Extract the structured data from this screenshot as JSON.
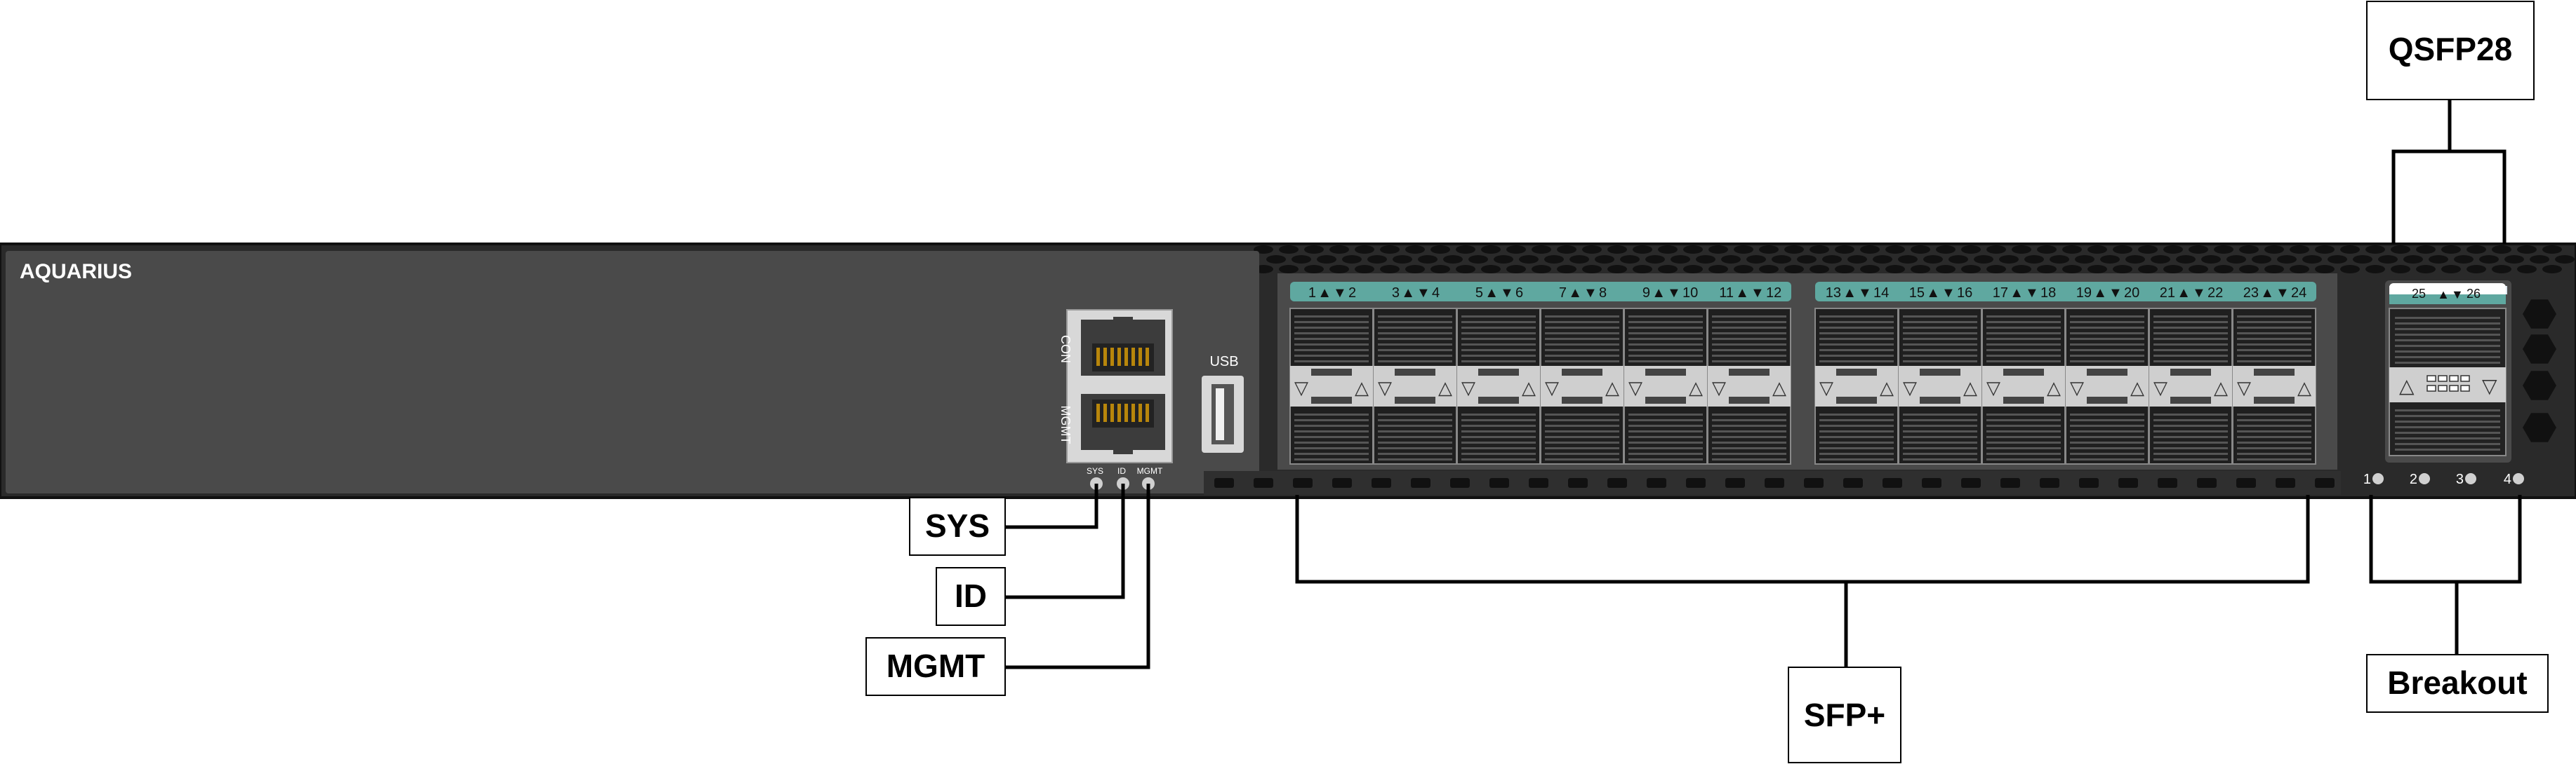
{
  "brand": "AQUARIUS",
  "usb_label": "USB",
  "rj45_labels": {
    "con": "CON",
    "mgmt": "MGMT"
  },
  "led_labels": {
    "sys": "SYS",
    "id": "ID",
    "mgmt": "MGMT"
  },
  "sfp_groups": [
    [
      "1",
      "2",
      "3",
      "4",
      "5",
      "6",
      "7",
      "8",
      "9",
      "10",
      "11",
      "12"
    ],
    [
      "13",
      "14",
      "15",
      "16",
      "17",
      "18",
      "19",
      "20",
      "21",
      "22",
      "23",
      "24"
    ]
  ],
  "qsfp_ports": [
    "25",
    "26"
  ],
  "breakout_leds": [
    "1",
    "2",
    "3",
    "4"
  ],
  "callouts": {
    "sys": "SYS",
    "id": "ID",
    "mgmt": "MGMT",
    "sfp": "SFP+",
    "qsfp": "QSFP28",
    "breakout": "Breakout"
  },
  "colors": {
    "chassis": "#3a3a3a",
    "panel": "#4a4a4a",
    "port_label_strip": "#5fa8a0",
    "rj45_gold": "#b8860b"
  }
}
